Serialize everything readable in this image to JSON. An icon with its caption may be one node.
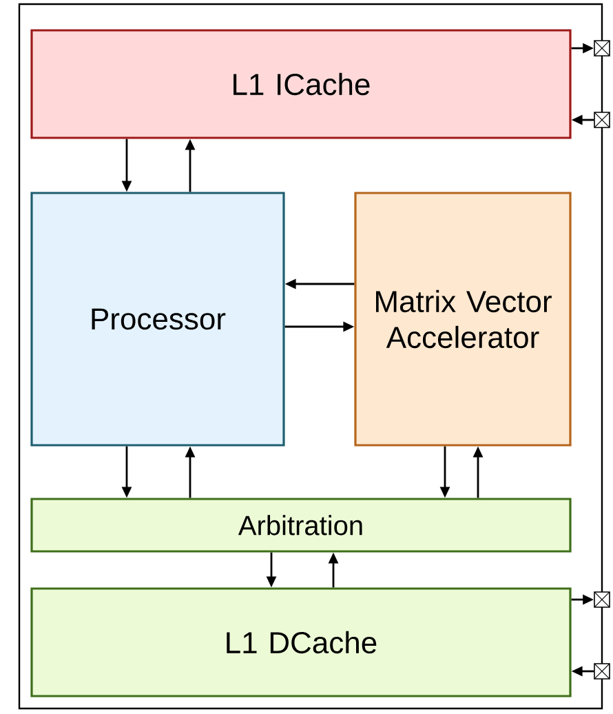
{
  "diagram": {
    "nodes": [
      {
        "text": [
          "L1 ICache"
        ]
      },
      {
        "text": [
          "Processor"
        ]
      },
      {
        "text": [
          "Matrix Vector Accelerator"
        ]
      },
      {
        "text": [
          "Arbitration"
        ]
      },
      {
        "text": [
          "L1 DCache"
        ]
      },
      {
        "text": [],
        "shape": "box"
      },
      {
        "text": [],
        "shape": "box"
      },
      {
        "text": [],
        "shape": "box"
      },
      {
        "text": [],
        "shape": "box"
      }
    ],
    "edges": [
      {
        "from": 0,
        "to": 1,
        "arrow": "to"
      },
      {
        "from": 1,
        "to": 0,
        "arrow": "to"
      },
      {
        "from": 2,
        "to": 1,
        "arrow": "to"
      },
      {
        "from": 1,
        "to": 2,
        "arrow": "to"
      },
      {
        "from": 1,
        "to": 3,
        "arrow": "to"
      },
      {
        "from": 3,
        "to": 1,
        "arrow": "to"
      },
      {
        "from": 2,
        "to": 3,
        "arrow": "to"
      },
      {
        "from": 3,
        "to": 2,
        "arrow": "to"
      },
      {
        "from": 3,
        "to": 4,
        "arrow": "to"
      },
      {
        "from": 4,
        "to": 3,
        "arrow": "to"
      },
      {
        "from": 0,
        "to": 5,
        "arrow": "to"
      },
      {
        "from": 6,
        "to": 0,
        "arrow": "to"
      },
      {
        "from": 4,
        "to": 7,
        "arrow": "to"
      },
      {
        "from": 8,
        "to": 4,
        "arrow": "to"
      }
    ]
  }
}
